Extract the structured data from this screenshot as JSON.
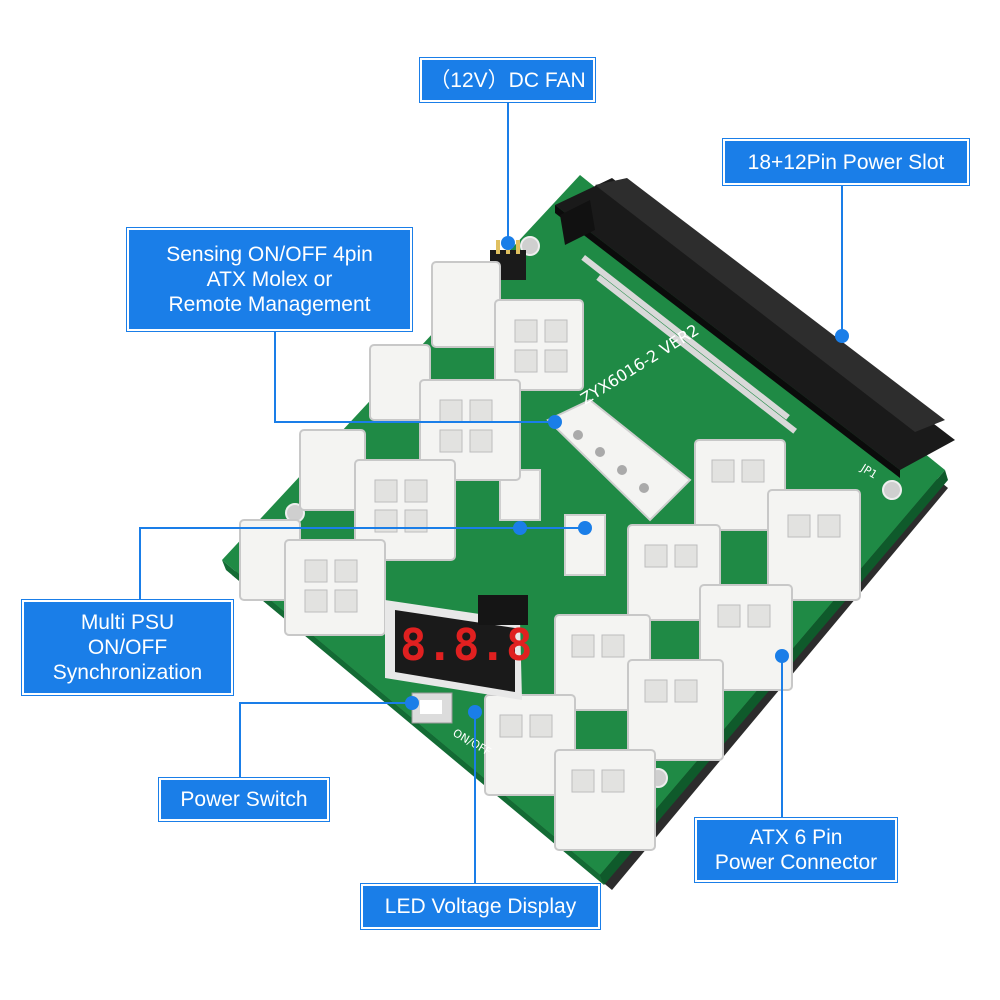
{
  "product": {
    "board_label": "ZYX6016-2 VER2",
    "connector_label": "JP1",
    "display_digits": "8.8.8",
    "switch_silk": "ON/OFF",
    "colors": {
      "pcb": "#1f8a45",
      "pcb_dark": "#136b34",
      "accent": "#1a7ee8",
      "connector": "#f4f4f2"
    }
  },
  "callouts": {
    "fan": {
      "lines": [
        "（12V）DC FAN"
      ]
    },
    "power_slot": {
      "lines": [
        "18+12Pin Power Slot"
      ]
    },
    "sensing": {
      "lines": [
        "Sensing ON/OFF 4pin",
        "ATX Molex or",
        "Remote Management"
      ]
    },
    "multi_psu": {
      "lines": [
        "Multi PSU",
        "ON/OFF",
        "Synchronization"
      ]
    },
    "power_switch": {
      "lines": [
        "Power Switch"
      ]
    },
    "led_display": {
      "lines": [
        "LED Voltage Display"
      ]
    },
    "atx6": {
      "lines": [
        "ATX 6 Pin",
        "Power Connector"
      ]
    }
  }
}
